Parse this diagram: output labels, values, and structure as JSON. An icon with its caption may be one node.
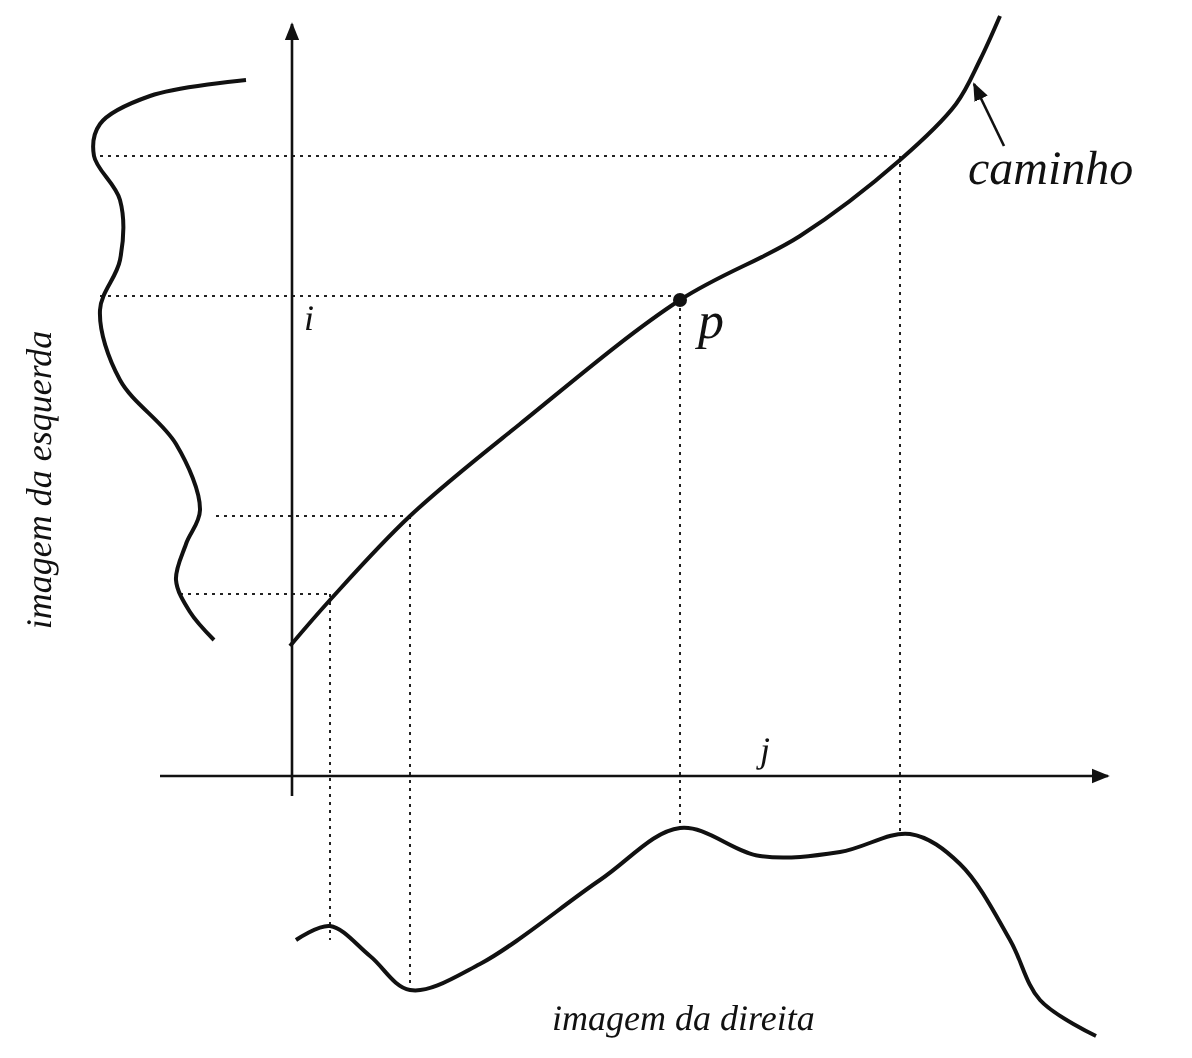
{
  "diagram": {
    "nodes": [
      {
        "text": [
          "caminho"
        ]
      },
      {
        "text": [],
        "shape": "curve"
      }
    ],
    "edges": [
      {
        "from": 0,
        "to": 1,
        "arrow": "to"
      }
    ],
    "labels": [
      "i",
      "p",
      "j",
      "imagem da esquerda",
      "imagem da direita"
    ]
  }
}
